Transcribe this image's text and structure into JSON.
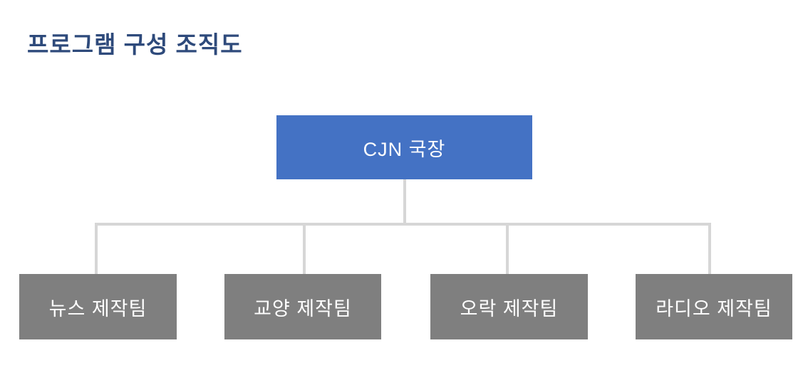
{
  "page": {
    "title": "프로그램 구성 조직도"
  },
  "colors": {
    "page_bg": "#ffffff",
    "title_text": "#2e4a7b",
    "root_fill": "#4472c4",
    "root_text": "#ffffff",
    "team_fill": "#7f7f7f",
    "team_text": "#ffffff",
    "connector": "#d6d6d6"
  },
  "org_chart": {
    "type": "org-tree",
    "root": {
      "label": "CJN 국장"
    },
    "teams": [
      {
        "label": "뉴스 제작팀"
      },
      {
        "label": "교양 제작팀"
      },
      {
        "label": "오락 제작팀"
      },
      {
        "label": "라디오 제작팀"
      }
    ]
  }
}
